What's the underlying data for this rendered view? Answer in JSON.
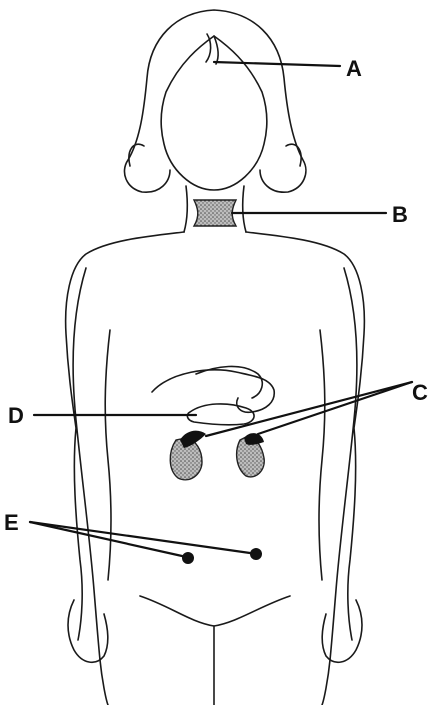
{
  "figure": {
    "labels": {
      "a": "A",
      "b": "B",
      "c": "C",
      "d": "D",
      "e": "E"
    },
    "colors": {
      "ink": "#111111",
      "gland_fill": "#9a9a9a",
      "dark_gland": "#111111"
    }
  }
}
